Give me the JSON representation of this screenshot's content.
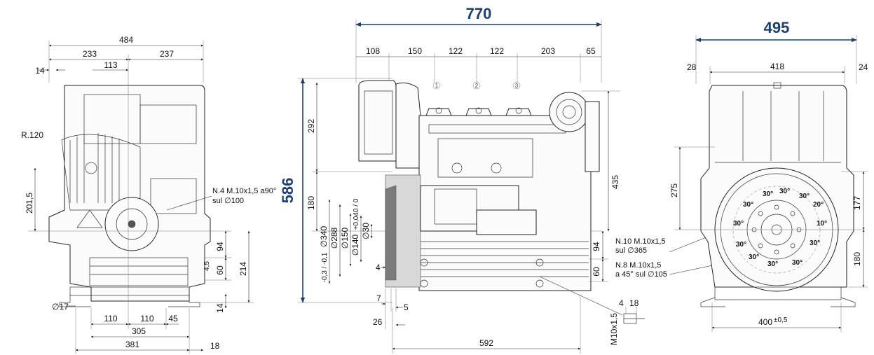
{
  "front_view": {
    "width_overall": "484",
    "width_left": "233",
    "width_right": "237",
    "offset_113": "113",
    "offset_14": "14",
    "radius": "R.120",
    "height_201_5": "201,5",
    "flange_note_line1": "N.4 M.10x1,5 a90°",
    "flange_note_line2": "sul ∅100",
    "dim_94": "94",
    "dim_60": "60",
    "dim_214": "214",
    "dim_14_bottom": "14",
    "dim_small_vert": "4,5",
    "hole_dia": "∅17",
    "base_110_left": "110",
    "base_110_right": "110",
    "base_45": "45",
    "base_305": "305",
    "base_381": "381",
    "base_18": "18"
  },
  "side_view": {
    "length_overall": "770",
    "height_overall": "586",
    "seg_108": "108",
    "seg_150": "150",
    "seg_122a": "122",
    "seg_122b": "122",
    "seg_203": "203",
    "seg_65": "65",
    "cyl_1": "1",
    "cyl_2": "2",
    "cyl_3": "3",
    "height_292": "292",
    "height_180": "180",
    "height_435": "435",
    "dia_340": "∅340",
    "dia_340_tol": "-0,3 / -0,1",
    "dia_288": "∅288",
    "dia_150": "∅150",
    "dia_140": "∅140",
    "dia_140_tol": "+0,040 / 0",
    "dia_30": "∅30",
    "dim_4": "4",
    "dim_7": "7",
    "dim_5": "5",
    "dim_26": "26",
    "dim_592": "592",
    "dim_94": "94",
    "dim_60": "60",
    "note_n10_line1": "N.10 M.10x1,5",
    "note_n10_line2": "sul ∅365",
    "note_n8_line1": "N.8 M.10x1,5",
    "note_n8_line2": "a 45° sul ∅105",
    "detail_4": "4",
    "detail_18": "18",
    "detail_thread": "M10x1,5"
  },
  "rear_view": {
    "width_overall": "495",
    "width_inner": "418",
    "offset_28": "28",
    "offset_24": "24",
    "height_275": "275",
    "height_177": "177",
    "height_180": "180",
    "base_400": "400",
    "base_400_tol": "±0,5",
    "angles": [
      "30°",
      "30°",
      "30°",
      "20°",
      "30°",
      "10°",
      "30°",
      "30°",
      "30°",
      "30°",
      "30°",
      "30°"
    ]
  },
  "colors": {
    "dimension_blue": "#1f3f6e"
  }
}
